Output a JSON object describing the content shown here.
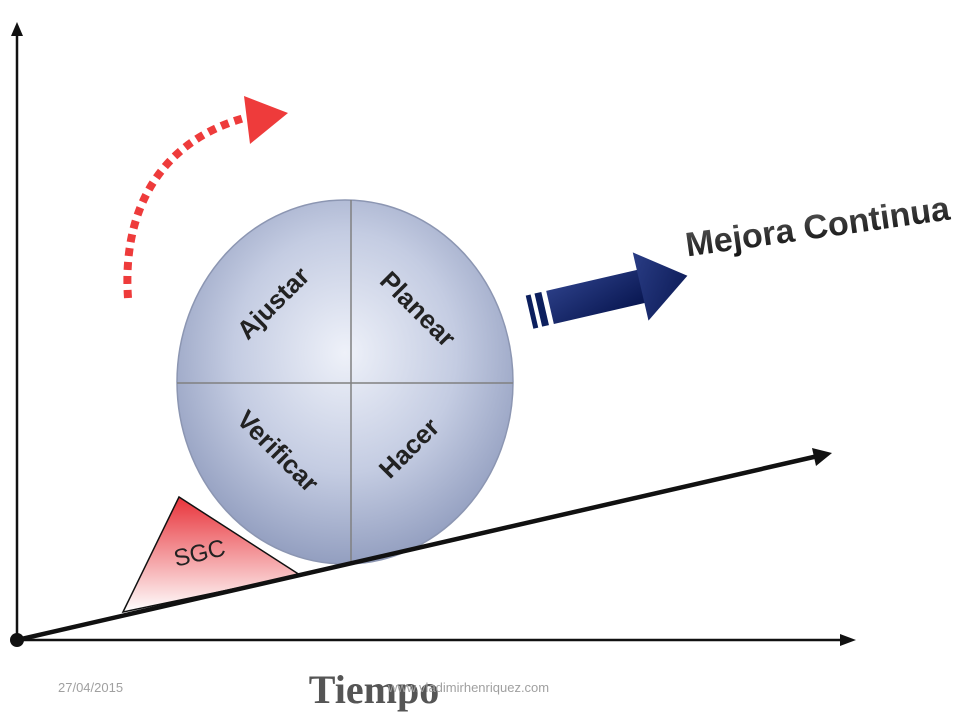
{
  "diagram": {
    "title": "Mejora Continua",
    "x_axis_label": "Tiempo",
    "quadrants": {
      "top_left": "Ajustar",
      "top_right": "Planear",
      "bottom_left": "Verificar",
      "bottom_right": "Hacer"
    },
    "wedge_label": "SGC"
  },
  "footer": {
    "date": "27/04/2015",
    "url": "www.vladimirhenriquez.com"
  },
  "colors": {
    "sphere": "#b3bdd6",
    "arrow_navy": "#0c1f5e",
    "curved_arrow": "#ee3b3b",
    "wedge": "#e8333a",
    "axis": "#111111"
  }
}
